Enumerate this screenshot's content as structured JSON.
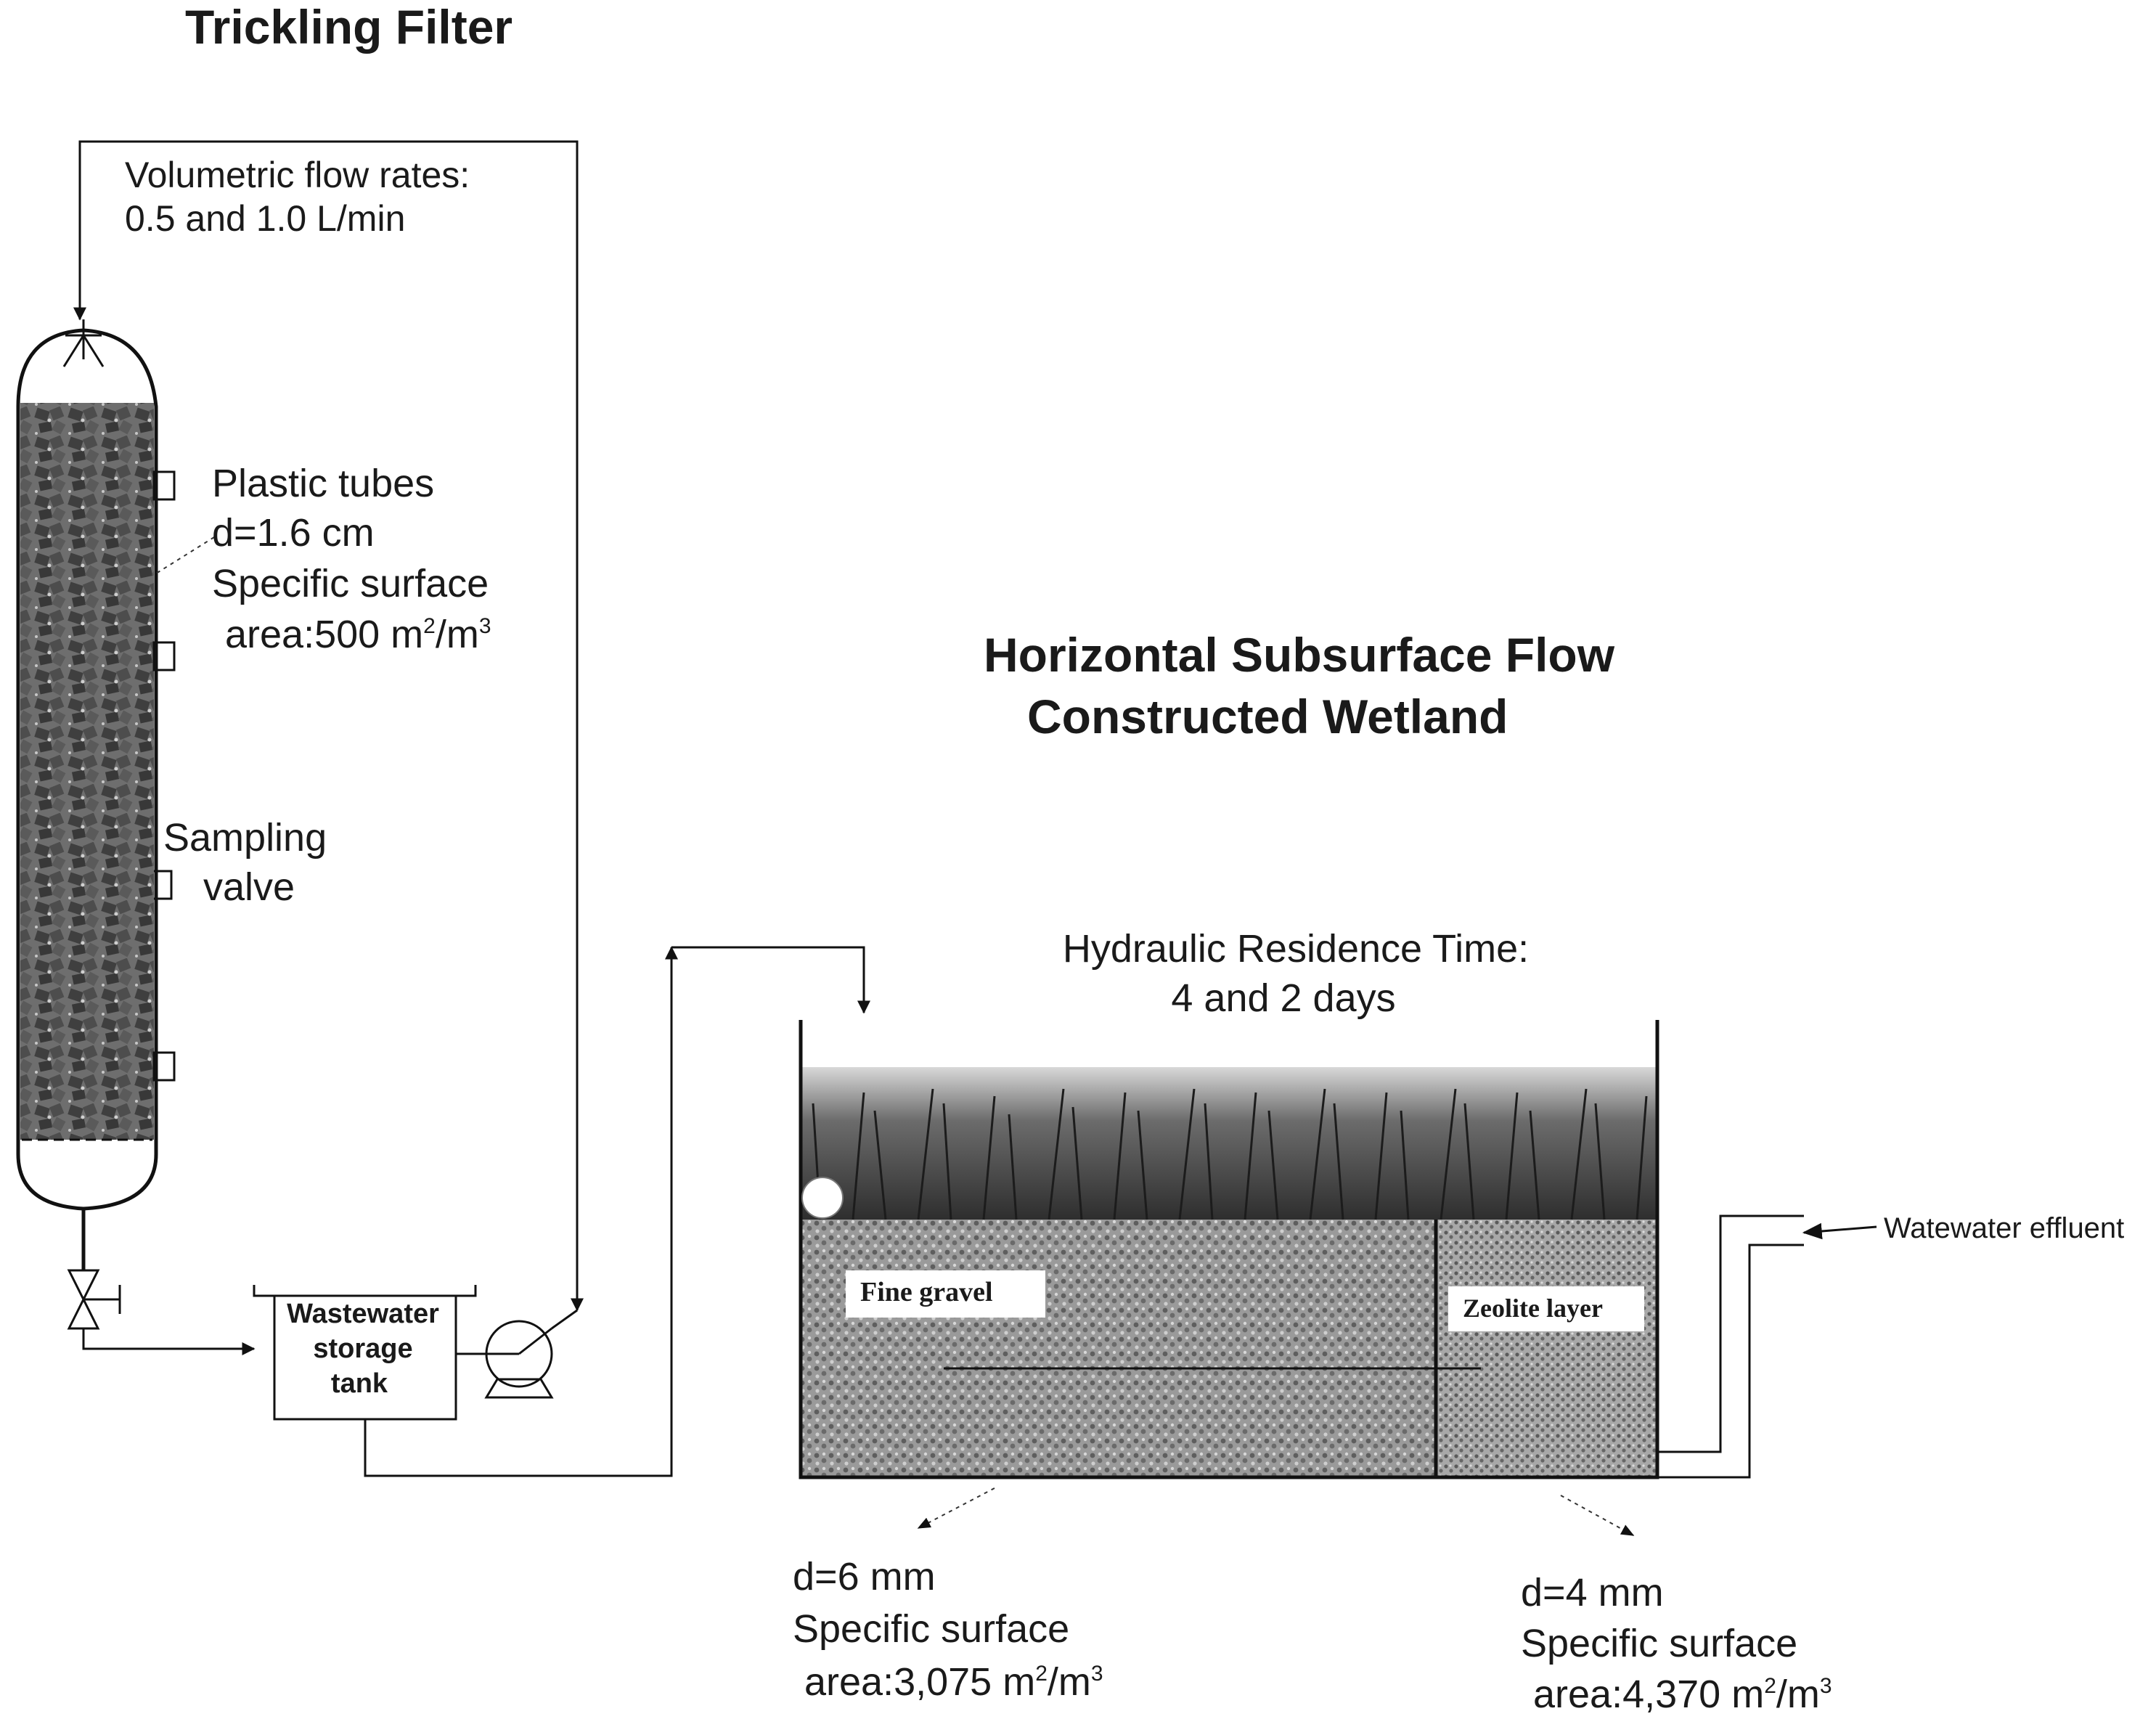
{
  "titles": {
    "trickling_filter": "Trickling Filter",
    "wetland_line1": "Horizontal Subsurface Flow",
    "wetland_line2": "Constructed Wetland"
  },
  "flow_rates": {
    "line1": "Volumetric flow rates:",
    "line2": "0.5 and 1.0 L/min"
  },
  "plastic_tubes": {
    "line1": "Plastic tubes",
    "line2": "d=1.6 cm",
    "line3": "Specific surface",
    "line4": "area:500 m",
    "sup1": "2",
    "mid": "/m",
    "sup2": "3"
  },
  "sampling": {
    "line1": "Sampling",
    "line2": "valve"
  },
  "storage_tank": {
    "line1": "Wastewater",
    "line2": "storage",
    "line3": "tank"
  },
  "residence": {
    "line1": "Hydraulic Residence Time:",
    "line2": "4 and 2 days"
  },
  "layers": {
    "fine_gravel": "Fine gravel",
    "zeolite": "Zeolite layer"
  },
  "effluent": "Watewater effluent",
  "gravel_spec": {
    "line1": "d=6 mm",
    "line2": "Specific surface",
    "line3": "area:3,075 m",
    "sup1": "2",
    "mid": "/m",
    "sup2": "3"
  },
  "zeolite_spec": {
    "line1": "d=4 mm",
    "line2": "Specific surface",
    "line3": "area:4,370 m",
    "sup1": "2",
    "mid": "/m",
    "sup2": "3"
  },
  "colors": {
    "ink": "#111111",
    "media": "#555555",
    "gravel": "#8a8a8a",
    "plants": "#3a3a3a"
  }
}
